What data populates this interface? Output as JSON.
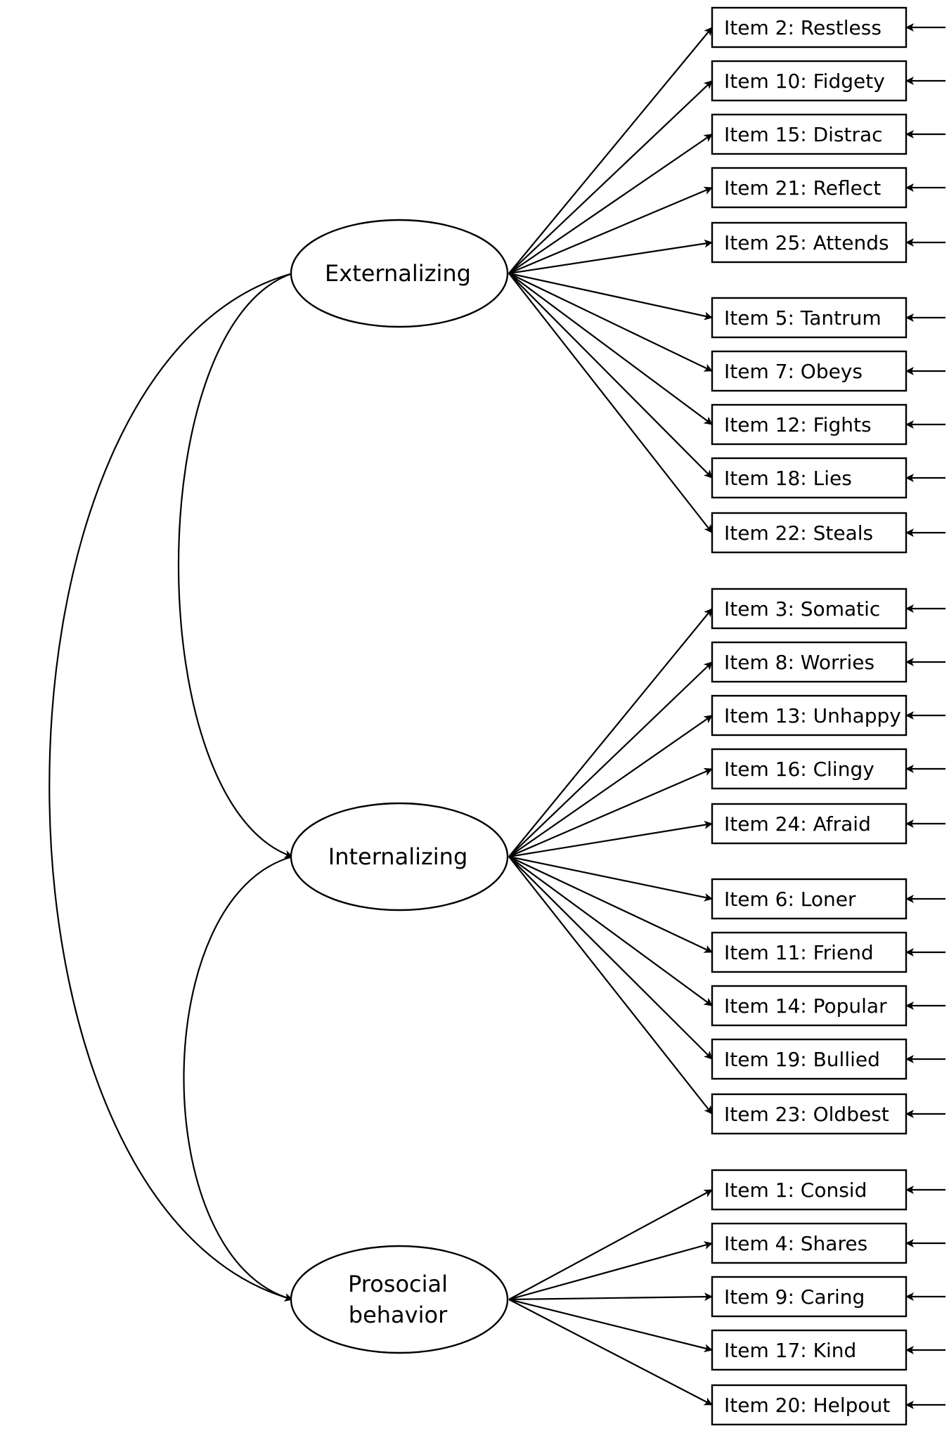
{
  "factors": [
    {
      "id": "externalizing",
      "lines": [
        "Externalizing"
      ]
    },
    {
      "id": "internalizing",
      "lines": [
        "Internalizing"
      ]
    },
    {
      "id": "prosocial",
      "lines": [
        "Prosocial",
        "behavior"
      ]
    }
  ],
  "items": [
    {
      "label": "Item 2: Restless",
      "factor": "externalizing"
    },
    {
      "label": "Item 10: Fidgety",
      "factor": "externalizing"
    },
    {
      "label": "Item 15: Distrac",
      "factor": "externalizing"
    },
    {
      "label": "Item 21: Reflect",
      "factor": "externalizing"
    },
    {
      "label": "Item 25: Attends",
      "factor": "externalizing"
    },
    {
      "label": "Item 5: Tantrum",
      "factor": "externalizing"
    },
    {
      "label": "Item 7: Obeys",
      "factor": "externalizing"
    },
    {
      "label": "Item 12: Fights",
      "factor": "externalizing"
    },
    {
      "label": "Item 18: Lies",
      "factor": "externalizing"
    },
    {
      "label": "Item 22: Steals",
      "factor": "externalizing"
    },
    {
      "label": "Item 3: Somatic",
      "factor": "internalizing"
    },
    {
      "label": "Item 8: Worries",
      "factor": "internalizing"
    },
    {
      "label": "Item 13: Unhappy",
      "factor": "internalizing"
    },
    {
      "label": "Item 16: Clingy",
      "factor": "internalizing"
    },
    {
      "label": "Item 24: Afraid",
      "factor": "internalizing"
    },
    {
      "label": "Item 6: Loner",
      "factor": "internalizing"
    },
    {
      "label": "Item 11: Friend",
      "factor": "internalizing"
    },
    {
      "label": "Item 14: Popular",
      "factor": "internalizing"
    },
    {
      "label": "Item 19: Bullied",
      "factor": "internalizing"
    },
    {
      "label": "Item 23: Oldbest",
      "factor": "internalizing"
    },
    {
      "label": "Item 1: Consid",
      "factor": "prosocial"
    },
    {
      "label": "Item 4: Shares",
      "factor": "prosocial"
    },
    {
      "label": "Item 9: Caring",
      "factor": "prosocial"
    },
    {
      "label": "Item 17: Kind",
      "factor": "prosocial"
    },
    {
      "label": "Item 20: Helpout",
      "factor": "prosocial"
    }
  ],
  "covariances": [
    {
      "from": "externalizing",
      "to": "internalizing"
    },
    {
      "from": "internalizing",
      "to": "prosocial"
    },
    {
      "from": "externalizing",
      "to": "prosocial"
    }
  ]
}
